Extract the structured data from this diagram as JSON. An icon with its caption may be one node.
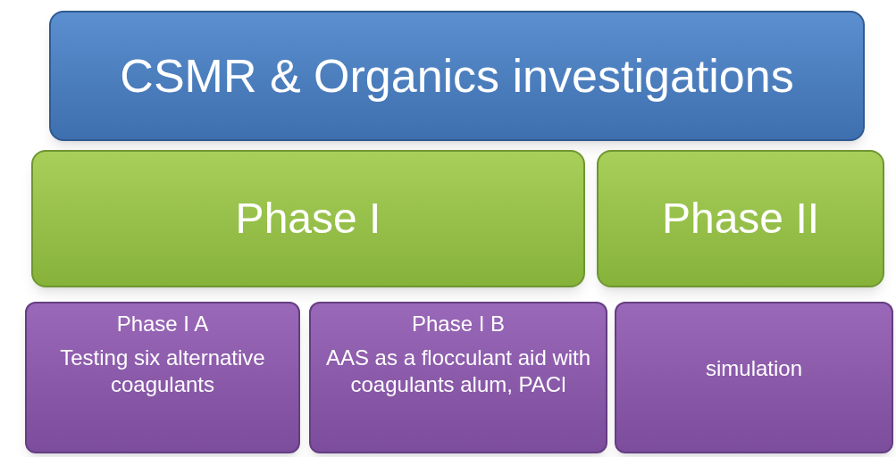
{
  "diagram": {
    "nodes": [
      {
        "text": [
          "CSMR & Organics investigations"
        ]
      },
      {
        "text": [
          "Phase I"
        ]
      },
      {
        "text": [
          "Phase II"
        ]
      },
      {
        "text": [
          "Phase I A",
          "Testing six alternative coagulants"
        ]
      },
      {
        "text": [
          "Phase I B",
          "AAS as a flocculant aid with coagulants alum, PACl"
        ]
      },
      {
        "text": [
          "simulation"
        ]
      }
    ]
  }
}
